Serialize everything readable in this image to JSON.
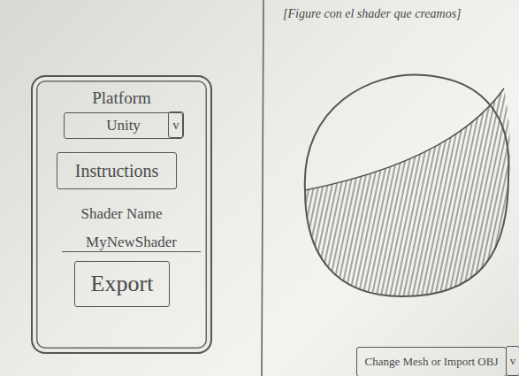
{
  "diagram": {
    "nodes": [
      {
        "text": [
          "Platform",
          "Shader Name"
        ]
      },
      {
        "text": [
          "Unity"
        ],
        "in": 0
      },
      {
        "text": [
          "v"
        ],
        "in": 1
      },
      {
        "text": [
          "Instructions"
        ],
        "in": 0
      },
      {
        "text": [
          "MyNewShader"
        ],
        "in": 0
      },
      {
        "text": [
          "Export"
        ],
        "in": 0
      },
      {
        "text": [
          "Change Mesh or Import OBJ"
        ]
      },
      {
        "text": [
          "v"
        ],
        "in": 6
      }
    ],
    "labels": [
      "[Figure con el shader que creamos]"
    ]
  }
}
